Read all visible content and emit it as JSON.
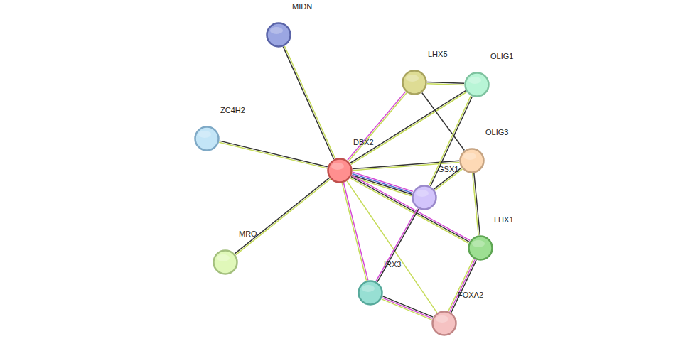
{
  "diagram": {
    "nodes": [
      {
        "text": [
          "MIDN"
        ]
      },
      {
        "text": [
          "LHX5"
        ]
      },
      {
        "text": [
          "OLIG1"
        ]
      },
      {
        "text": [
          "ZC4H2"
        ]
      },
      {
        "text": [
          "DBX2"
        ]
      },
      {
        "text": [
          "OLIG3"
        ]
      },
      {
        "text": [
          "GSX1"
        ]
      },
      {
        "text": [
          "LHX1"
        ]
      },
      {
        "text": [
          "MRO"
        ]
      },
      {
        "text": [
          "IRX3"
        ]
      },
      {
        "text": [
          "FOXA2"
        ]
      }
    ],
    "edges": [
      {
        "from": 4,
        "to": 0,
        "arrow": "none"
      },
      {
        "from": 4,
        "to": 3,
        "arrow": "none"
      },
      {
        "from": 4,
        "to": 8,
        "arrow": "none"
      },
      {
        "from": 4,
        "to": 1,
        "arrow": "none"
      },
      {
        "from": 4,
        "to": 2,
        "arrow": "none"
      },
      {
        "from": 4,
        "to": 5,
        "arrow": "none"
      },
      {
        "from": 4,
        "to": 6,
        "arrow": "none"
      },
      {
        "from": 4,
        "to": 7,
        "arrow": "none"
      },
      {
        "from": 4,
        "to": 9,
        "arrow": "none"
      },
      {
        "from": 4,
        "to": 10,
        "arrow": "none"
      },
      {
        "from": 1,
        "to": 2,
        "arrow": "none"
      },
      {
        "from": 1,
        "to": 5,
        "arrow": "none"
      },
      {
        "from": 2,
        "to": 6,
        "arrow": "none"
      },
      {
        "from": 5,
        "to": 6,
        "arrow": "none"
      },
      {
        "from": 5,
        "to": 7,
        "arrow": "none"
      },
      {
        "from": 7,
        "to": 10,
        "arrow": "none"
      },
      {
        "from": 9,
        "to": 10,
        "arrow": "none"
      },
      {
        "from": 6,
        "to": 9,
        "arrow": "none"
      }
    ]
  }
}
